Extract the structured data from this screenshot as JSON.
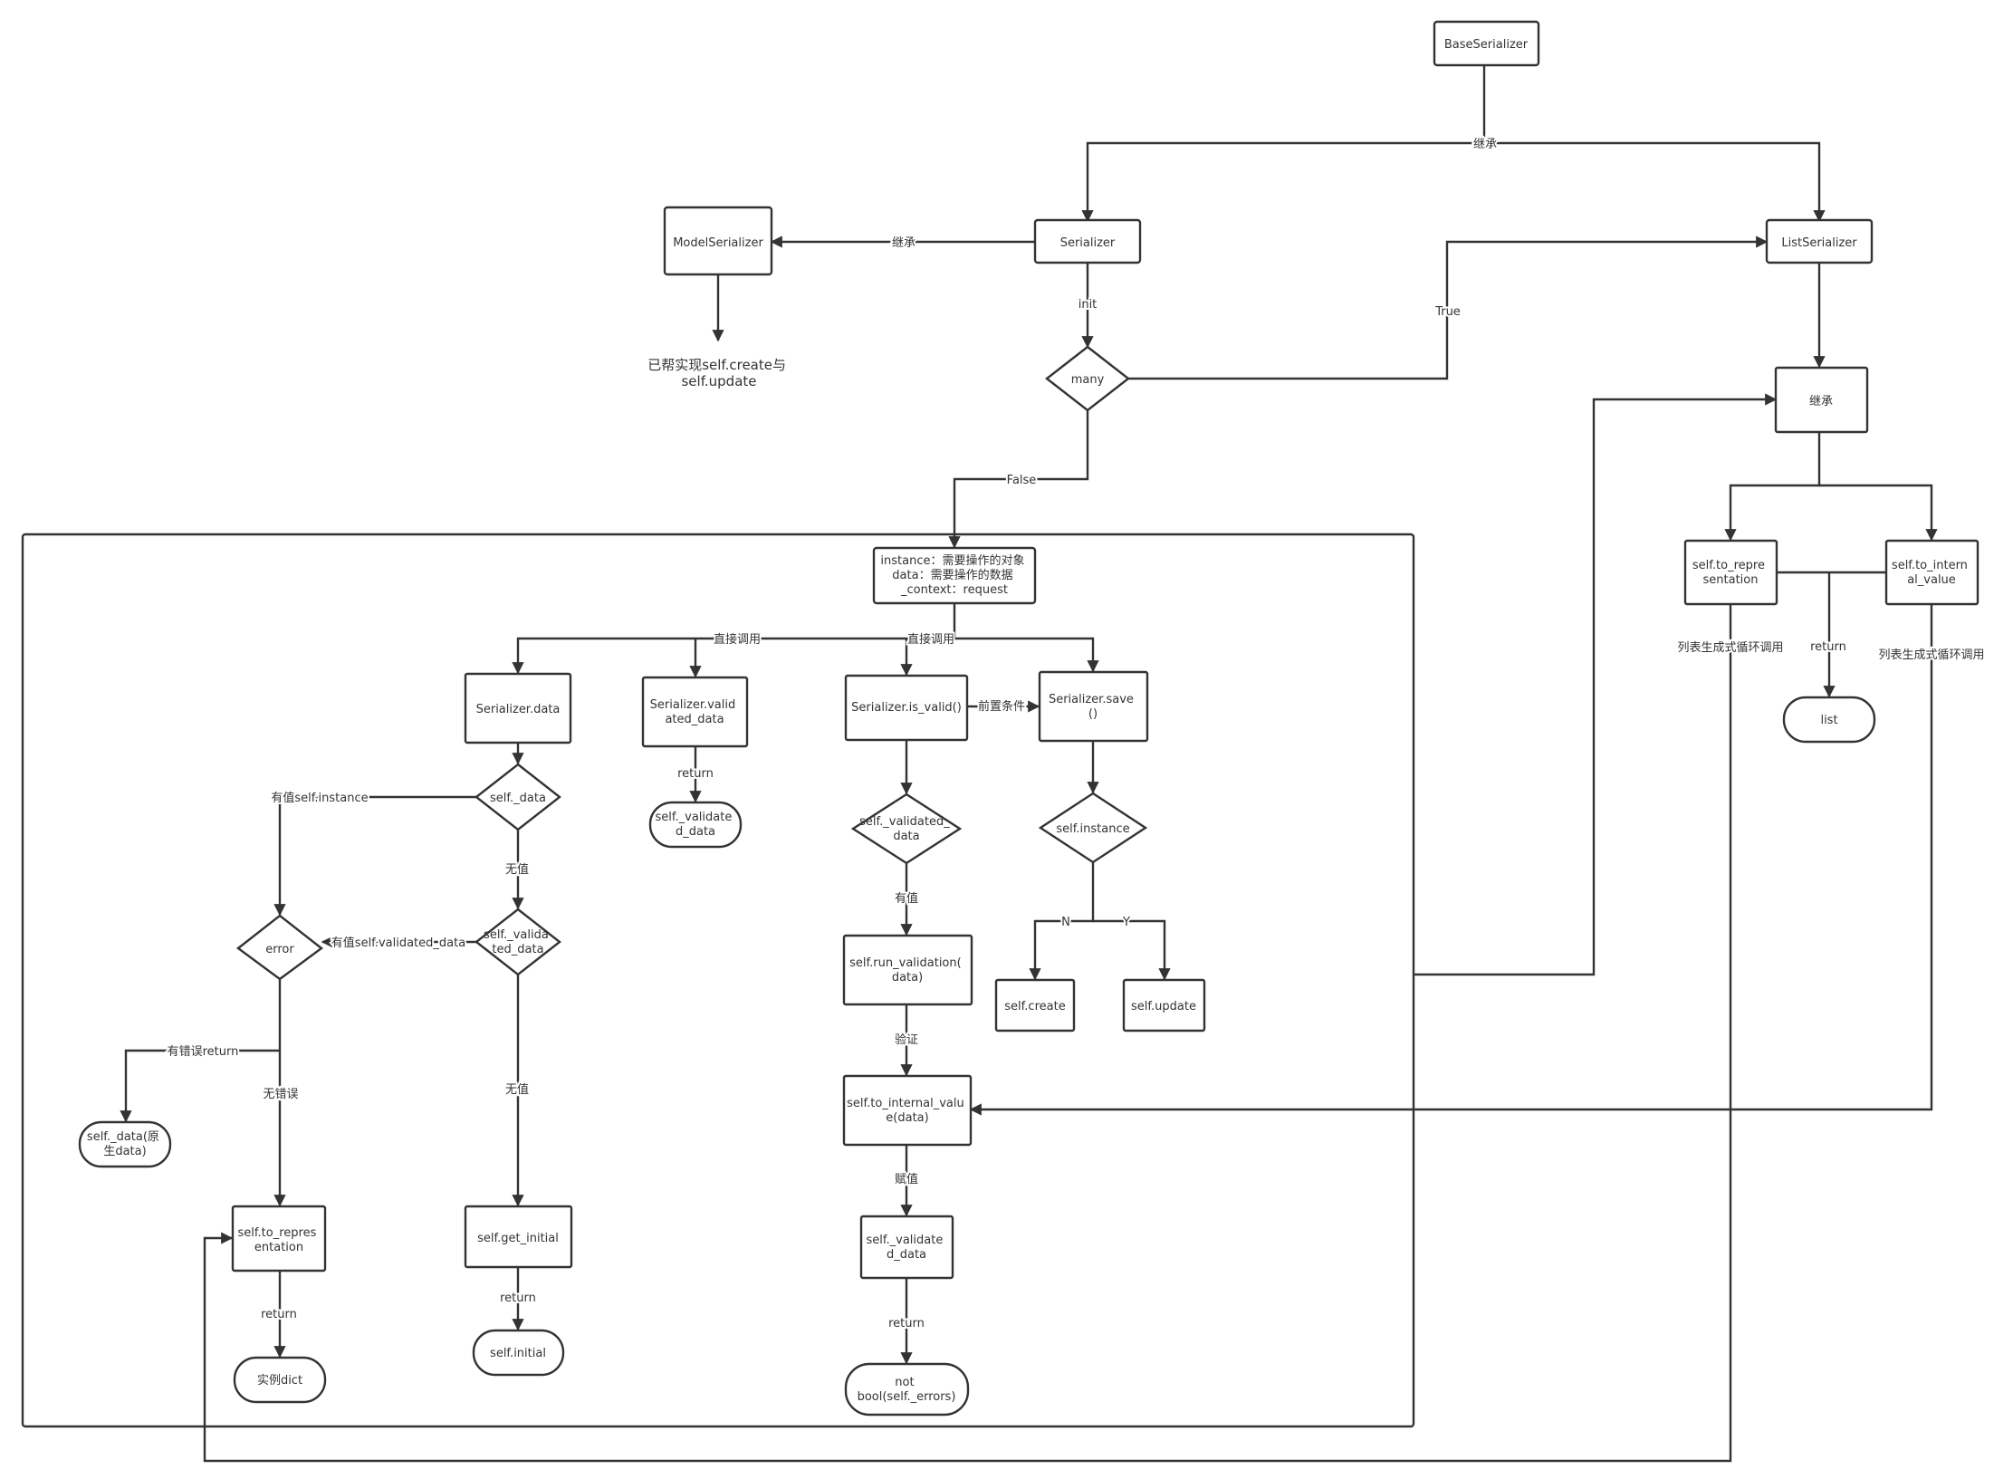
{
  "nodes": {
    "base_serializer": "BaseSerializer",
    "serializer": "Serializer",
    "model_serializer": "ModelSerializer",
    "model_serializer_note": [
      "已帮实现self.create与",
      "self.update"
    ],
    "list_serializer": "ListSerializer",
    "many": "many",
    "inherit_box": "继承",
    "to_representation_list": [
      "self.to_repre",
      "sentation"
    ],
    "to_internal_value_list": [
      "self.to_intern",
      "al_value"
    ],
    "list_result": "list",
    "init_params": [
      "instance：需要操作的对象",
      "data：需要操作的数据",
      "_context：request"
    ],
    "serializer_data": "Serializer.data",
    "self_data": "self._data",
    "self_validated_data_check": [
      "self._valida",
      "ted_data"
    ],
    "error": "error",
    "self_data_raw": [
      "self._data(原",
      "生data)"
    ],
    "to_representation": [
      "self.to_repres",
      "entation"
    ],
    "instance_dict": "实例dict",
    "get_initial": "self.get_initial",
    "self_initial": "self.initial",
    "serializer_validated_data": [
      "Serializer.valid",
      "ated_data"
    ],
    "validated_data_return": [
      "self._validate",
      "d_data"
    ],
    "is_valid": "Serializer.is_valid()",
    "validated_data_diamond": [
      "self._validated_",
      "data"
    ],
    "run_validation": [
      "self.run_validation(",
      "data)"
    ],
    "to_internal_value": [
      "self.to_internal_valu",
      "e(data)"
    ],
    "validated_data_box": [
      "self._validate",
      "d_data"
    ],
    "not_bool_errors": [
      "not",
      "bool(self._errors)"
    ],
    "save": [
      "Serializer.save",
      "()"
    ],
    "self_instance": "self.instance",
    "self_create": "self.create",
    "self_update": "self.update"
  },
  "edge_labels": {
    "inherit_top": "继承",
    "inherit_model": "继承",
    "init": "init",
    "true": "True",
    "false": "False",
    "direct_call_1": "直接调用",
    "direct_call_2": "直接调用",
    "precondition": "前置条件",
    "return_validated": "return",
    "has_value_instance": "有值self.instance",
    "no_value_1": "无值",
    "has_value_validated": "有值self.validated_data",
    "no_value_2": "无值",
    "has_error_return": "有错误return",
    "no_error": "无错误",
    "return_dict": "return",
    "return_initial": "return",
    "has_value": "有值",
    "validate": "验证",
    "assign": "赋值",
    "return_bool": "return",
    "n": "N",
    "y": "Y",
    "return_list": "return",
    "list_loop_call_1": "列表生成式循环调用",
    "list_loop_call_2": "列表生成式循环调用"
  }
}
